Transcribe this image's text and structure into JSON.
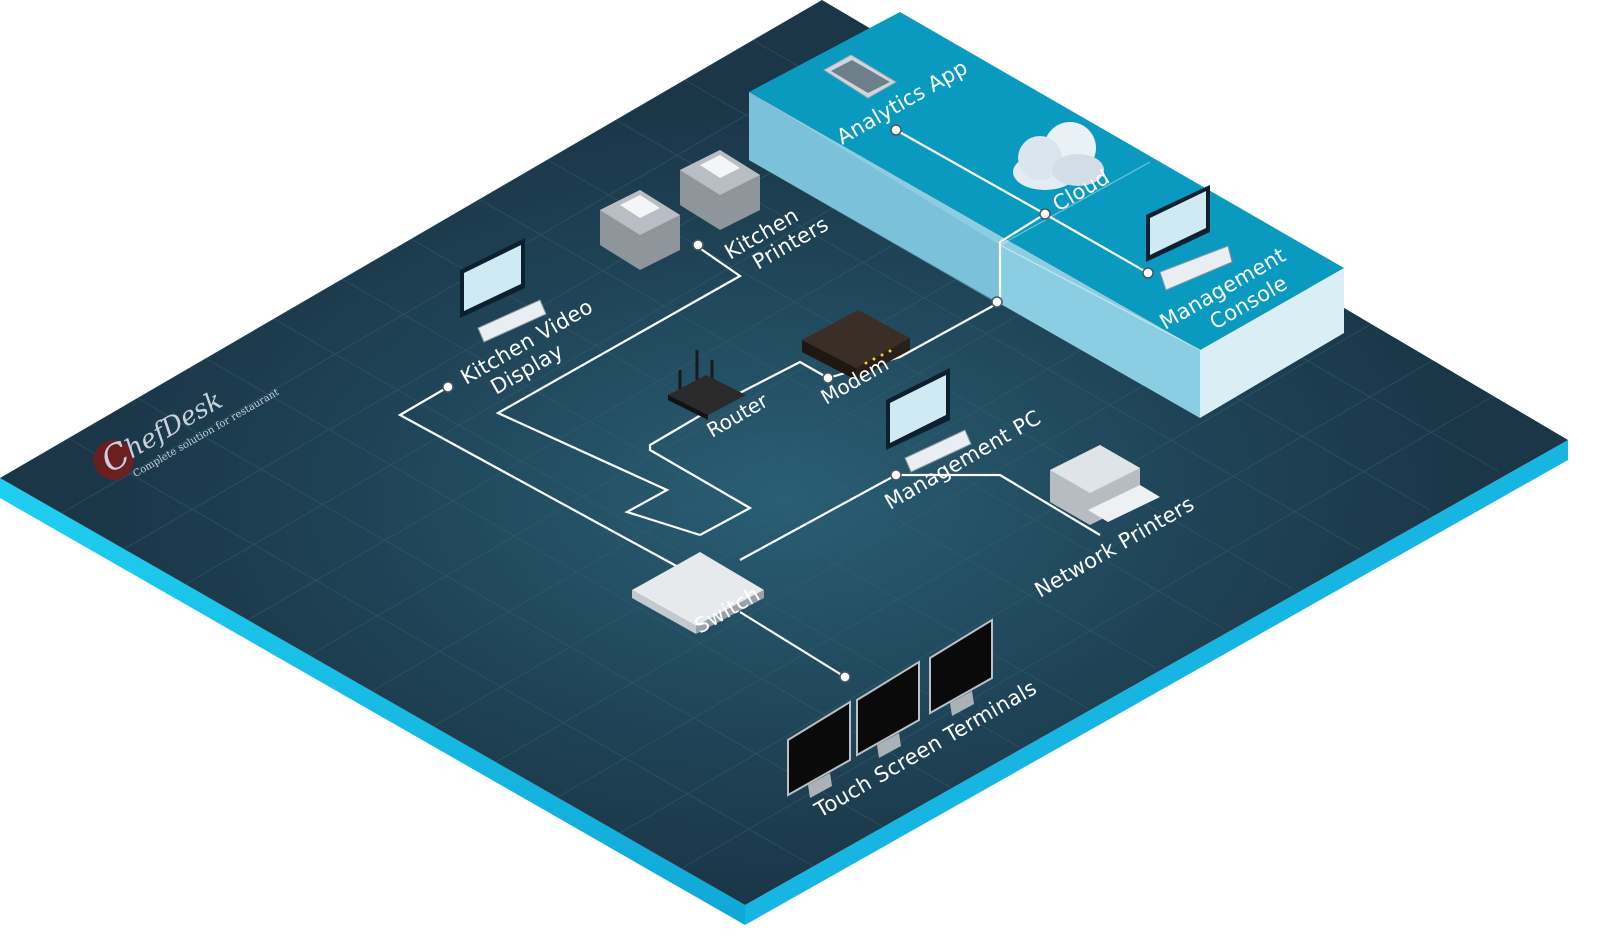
{
  "brand": {
    "name_initial": "C",
    "name_rest": "hefDesk",
    "tagline": "Complete solution for restaurant"
  },
  "nodes": {
    "analytics_app": "Analytics App",
    "cloud": "Cloud",
    "management_console_line1": "Management",
    "management_console_line2": "Console",
    "kitchen_printers_line1": "Kitchen",
    "kitchen_printers_line2": "Printers",
    "kitchen_video_display_line1": "Kitchen Video",
    "kitchen_video_display_line2": "Display",
    "router": "Router",
    "modem": "Modem",
    "management_pc": "Management PC",
    "network_printers": "Network Printers",
    "switch": "Switch",
    "touch_screen_terminals": "Touch Screen Terminals"
  },
  "colors": {
    "floor": "#1c3a4b",
    "floor_edge": "#1ec8ee",
    "cloud_platform": "#0a9ac0",
    "cloud_platform_side": "#7fc6dd",
    "wire": "#ffffff"
  }
}
